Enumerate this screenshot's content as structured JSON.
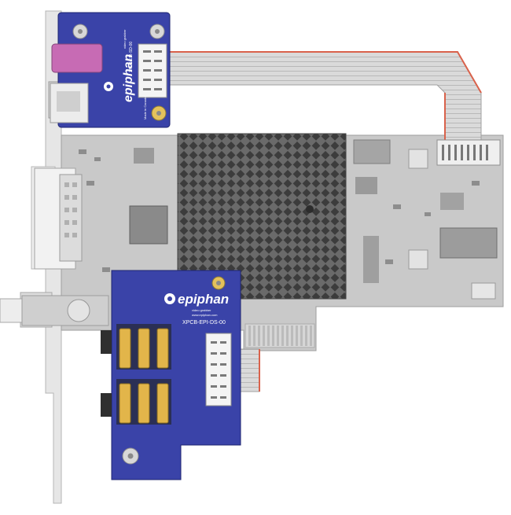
{
  "product": {
    "brand": "epiphan",
    "top_card_model": "XPCB-EPI-SD-00",
    "top_card_small_text": "video grabber",
    "bottom_card_model": "XPCB-EPI-DS-00",
    "bottom_card_small_text": "video grabber",
    "bottom_card_url": "www.epiphan.com",
    "top_card_footer": "Made in Canada"
  },
  "colors": {
    "daughter_board": "#3a43a8",
    "main_board": "#c9c9c9",
    "bracket": "#e4e4e4",
    "heatsink": "#5a5a5a",
    "ribbon": "#d8d8d8",
    "ribbon_stripe": "#d9624b",
    "gold": "#e2b54a",
    "pink_port": "#c76bb4"
  }
}
